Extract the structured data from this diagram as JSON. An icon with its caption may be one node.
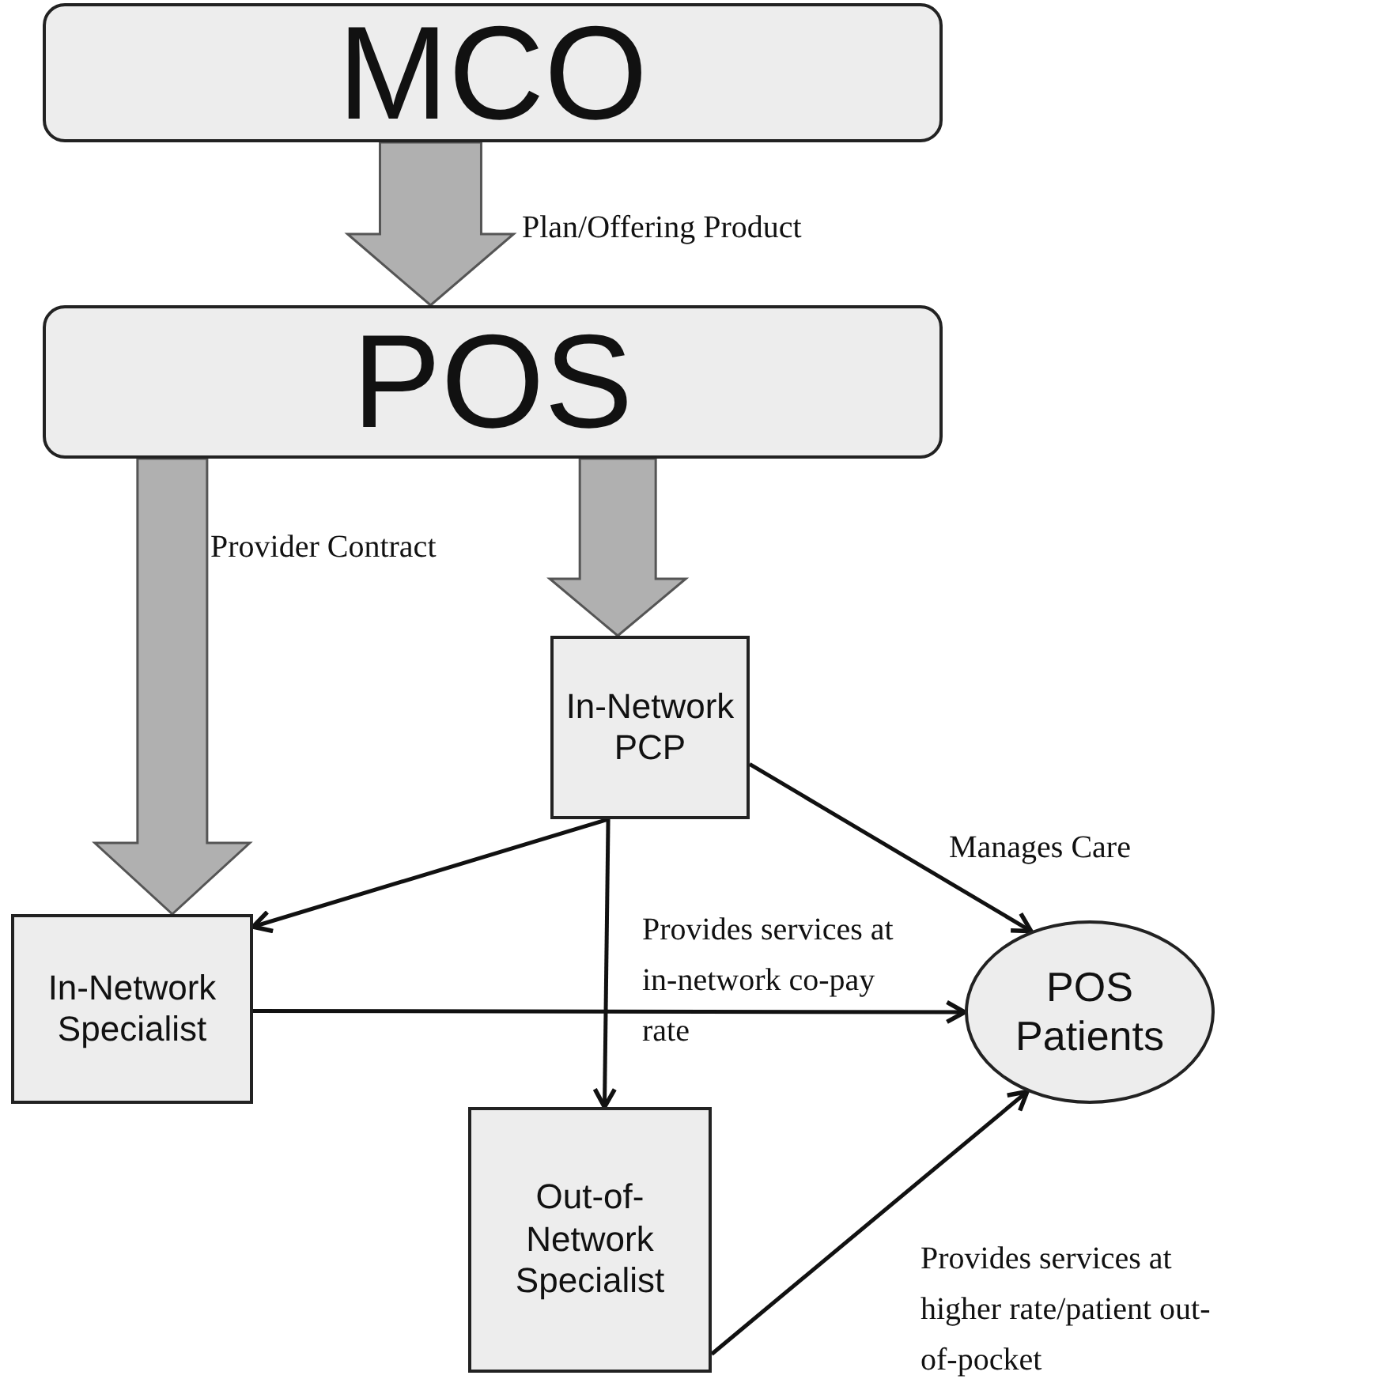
{
  "diagram": {
    "nodes": [
      {
        "text": [
          "MCO"
        ]
      },
      {
        "text": [
          "POS"
        ]
      },
      {
        "text": [
          "In-Network PCP"
        ]
      },
      {
        "text": [
          "In-Network Specialist"
        ]
      },
      {
        "text": [
          "Out-of- Network Specialist"
        ]
      },
      {
        "text": [
          "POS Patients"
        ]
      }
    ],
    "edges": [
      {
        "from": 0,
        "to": 1,
        "arrow": "to",
        "label": "Plan/Offering Product",
        "style": "thick",
        "color": "#b0b0b0"
      },
      {
        "from": 1,
        "to": 3,
        "arrow": "to",
        "label": "Provider Contract",
        "style": "thick",
        "color": "#b0b0b0"
      },
      {
        "from": 1,
        "to": 2,
        "arrow": "to",
        "style": "thick",
        "color": "#b0b0b0"
      },
      {
        "from": 2,
        "to": 3,
        "arrow": "to"
      },
      {
        "from": 2,
        "to": 4,
        "arrow": "to"
      },
      {
        "from": 2,
        "to": 5,
        "arrow": "to",
        "label": "Manages Care"
      },
      {
        "from": 3,
        "to": 5,
        "arrow": "to",
        "label": "Provides services at in-network co-pay rate"
      },
      {
        "from": 4,
        "to": 5,
        "arrow": "to",
        "label": "Provides services at higher rate/patient out-of-pocket"
      }
    ]
  }
}
